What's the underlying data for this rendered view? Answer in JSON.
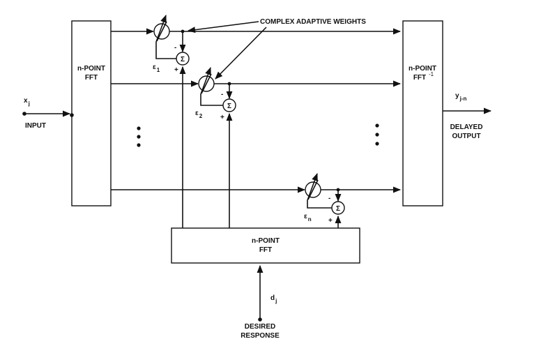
{
  "labels": {
    "fft_left_1": "n-POINT",
    "fft_left_2": "FFT",
    "fft_right_1": "n-POINT",
    "fft_right_2": "FFT",
    "fft_right_sup": "-1",
    "fft_bottom_1": "n-POINT",
    "fft_bottom_2": "FFT",
    "weights": "COMPLEX ADAPTIVE WEIGHTS",
    "input_sym": "x",
    "input_sub": "j",
    "input": "INPUT",
    "output_sym": "y",
    "output_sub": "j-n",
    "output_1": "DELAYED",
    "output_2": "OUTPUT",
    "desired_sym": "d",
    "desired_sub": "j",
    "desired_1": "DESIRED",
    "desired_2": "RESPONSE"
  },
  "channels": [
    {
      "eps": "ε",
      "sub": "1",
      "sum": "Σ",
      "minus": "-",
      "plus": "+"
    },
    {
      "eps": "ε",
      "sub": "2",
      "sum": "Σ",
      "minus": "-",
      "plus": "+"
    },
    {
      "eps": "ε",
      "sub": "n",
      "sum": "Σ",
      "minus": "-",
      "plus": "+"
    }
  ]
}
